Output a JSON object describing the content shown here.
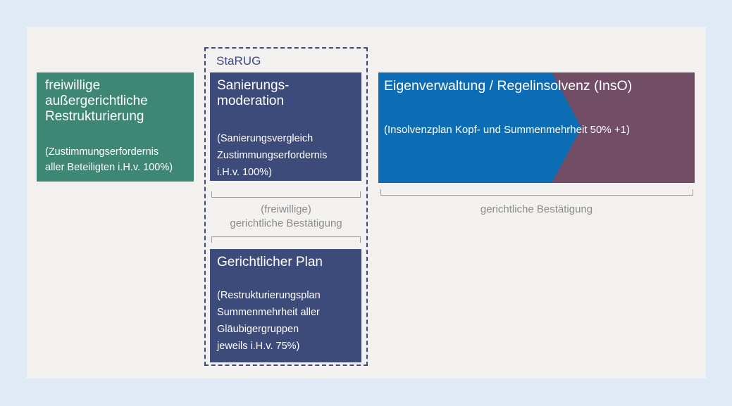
{
  "colors": {
    "background": "#dfeaf6",
    "panel": "#f2f1ef",
    "green": "#3d8774",
    "navy": "#3d4b7b",
    "blue": "#0c6db5",
    "plum": "#714d66",
    "gray_text": "#8c8c8c",
    "bracket_gray": "#9b9b9b"
  },
  "left_box": {
    "title_lines": [
      "freiwillige",
      "außergerichtliche",
      "Restrukturierung"
    ],
    "body_lines": [
      "(Zustimmungserfordernis",
      "aller Beteiligten i.H.v. 100%)"
    ]
  },
  "starug": {
    "label": "StaRUG",
    "moderation_box": {
      "title_lines": [
        "Sanierungs-",
        "moderation"
      ],
      "body_lines": [
        "(Sanierungsvergleich",
        "Zustimmungserfordernis",
        "i.H.v. 100%)"
      ]
    },
    "connector_lines": [
      "(freiwillige)",
      "gerichtliche Bestätigung"
    ],
    "plan_box": {
      "title": "Gerichtlicher Plan",
      "body_lines": [
        "(Restrukturierungsplan",
        "Summenmehrheit aller",
        "Gläubigergruppen",
        "jeweils i.H.v. 75%)"
      ]
    }
  },
  "inso_box": {
    "title": "Eigenverwaltung / Regelinsolvenz (InsO)",
    "body": "(Insolvenzplan Kopf- und Summenmehrheit 50% +1)"
  },
  "inso_caption": "gerichtliche Bestätigung"
}
